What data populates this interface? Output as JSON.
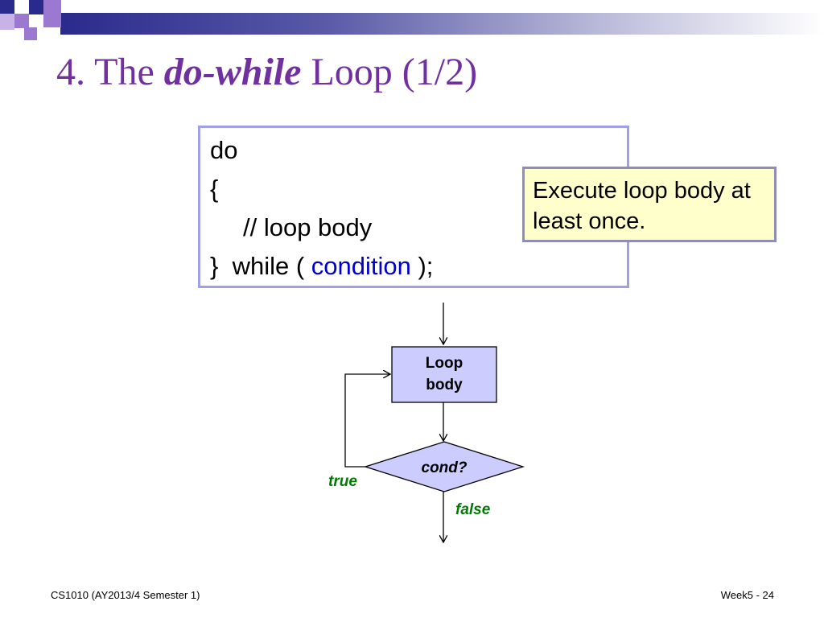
{
  "title": {
    "prefix": "4. The ",
    "emphasis": "do-while",
    "suffix": " Loop (1/2)"
  },
  "code": {
    "line1": "do",
    "line2": "{",
    "line3": "// loop body",
    "line4_pre": "}  while ( ",
    "line4_cond": "condition",
    "line4_post": " );"
  },
  "note": "Execute loop body at least once.",
  "flowchart": {
    "loop_body_line1": "Loop",
    "loop_body_line2": "body",
    "condition": "cond?",
    "true_label": "true",
    "false_label": "false"
  },
  "footer": {
    "left": "CS1010 (AY2013/4 Semester 1)",
    "right": "Week5 - 24"
  },
  "colors": {
    "title": "#7030a0",
    "accent_blue": "#0000cc",
    "node_fill": "#ccccff",
    "note_fill": "#ffffcc",
    "edge_label": "#007a00"
  }
}
